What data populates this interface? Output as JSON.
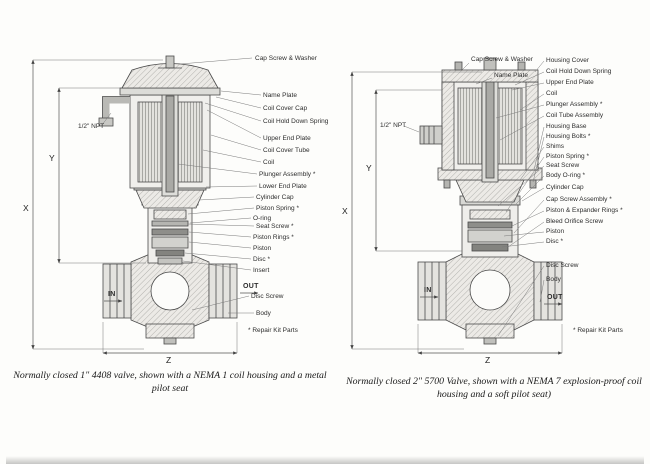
{
  "left": {
    "caption": "Normally closed 1\" 4408 valve, shown with a NEMA 1 coil housing and a metal pilot seat",
    "npt": "1/2\" NPT",
    "in": "IN",
    "out": "OUT",
    "dim_x": "X",
    "dim_y": "Y",
    "dim_z": "Z",
    "repair_note": "* Repair Kit Parts",
    "labels": [
      "Cap Screw & Washer",
      "Name Plate",
      "Coil Cover Cap",
      "Coil Hold Down Spring",
      "Upper End Plate",
      "Coil Cover Tube",
      "Coil",
      "Plunger Assembly *",
      "Lower End Plate",
      "Cylinder Cap",
      "Piston Spring *",
      "O-ring",
      "Seat Screw *",
      "Piston Rings *",
      "Piston",
      "Disc *",
      "Insert",
      "Disc Screw",
      "Body"
    ]
  },
  "right": {
    "caption": "Normally closed 2\" 5700 Valve, shown with a NEMA 7 explosion-proof coil housing and a soft pilot seat)",
    "npt": "1/2\" NPT",
    "in": "IN",
    "out": "OUT",
    "dim_x": "X",
    "dim_y": "Y",
    "dim_z": "Z",
    "repair_note": "* Repair Kit Parts",
    "labels": [
      "Cap Screw & Washer",
      "Name Plate",
      "Housing Cover",
      "Coil Hold Down Spring",
      "Upper End Plate",
      "Coil",
      "Plunger Assembly *",
      "Coil Tube Assembly",
      "Housing Base",
      "Housing Bolts *",
      "Shims",
      "Piston Spring *",
      "Seat Screw",
      "Body O-ring *",
      "Cylinder Cap",
      "Cap Screw Assembly *",
      "Piston & Expander Rings *",
      "Bleed Orifice Screw",
      "Piston",
      "Disc *",
      "Disc Screw",
      "Body"
    ]
  }
}
